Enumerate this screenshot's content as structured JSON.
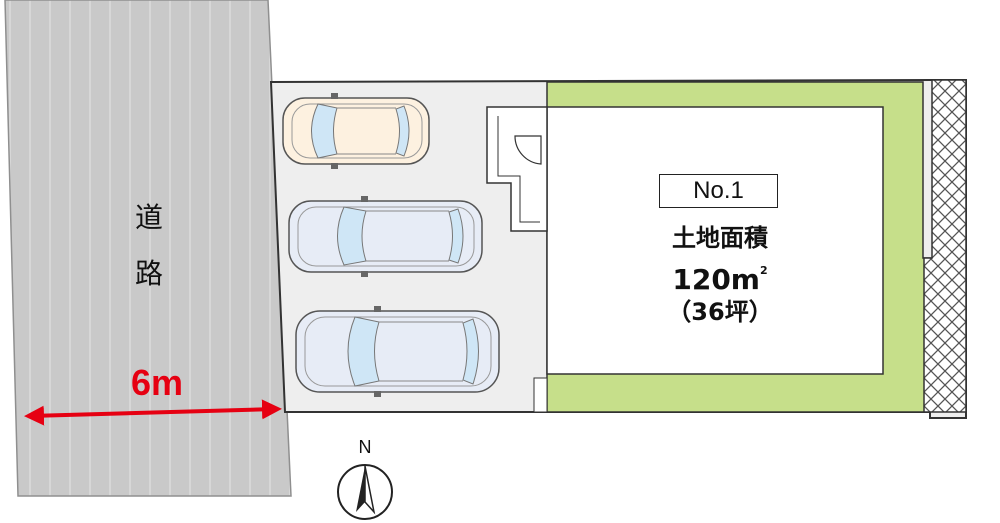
{
  "road": {
    "label_line1": "道",
    "label_line2": "路",
    "width_label": "6m"
  },
  "plot": {
    "number": "No.1",
    "area_title": "土地面積",
    "area_sqm": "120m",
    "area_sqm_superscript": "2",
    "area_tsubo": "（36坪）"
  },
  "compass": {
    "north_label": "N"
  },
  "parking": {
    "car_count": 3,
    "car_colors": [
      "#fdf1e0",
      "#e7ecf6",
      "#e7ecf6"
    ]
  },
  "colors": {
    "road": "#c9c9c9",
    "lot_outline": "#333333",
    "paved_area": "#eeeeee",
    "garden": "#c6df8a",
    "dimension_arrow": "#e60012",
    "retaining_wall_hatch": "#555555"
  }
}
